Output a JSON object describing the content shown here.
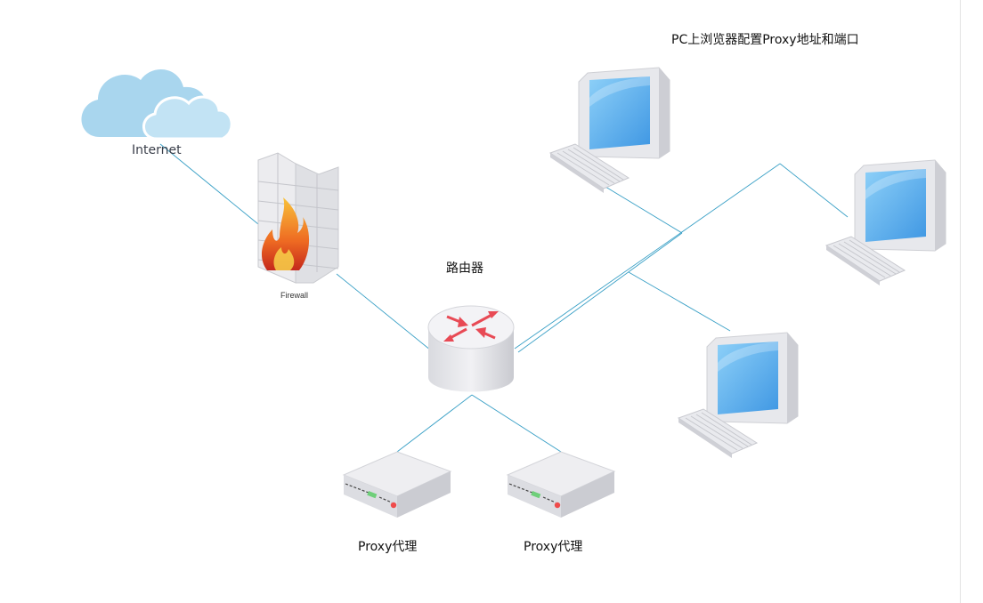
{
  "labels": {
    "title": "PC上浏览器配置Proxy地址和端口",
    "internet": "Internet",
    "firewall": "Firewall",
    "router": "路由器",
    "proxy1": "Proxy代理",
    "proxy2": "Proxy代理"
  },
  "icons": [
    "cloud-icon",
    "firewall-icon",
    "router-icon",
    "server-icon",
    "computer-icon"
  ],
  "colors": {
    "link": "#3aa0c6",
    "cloud": "#a9d6ee",
    "screen": "#5fb0ec",
    "flame": "#e8572a",
    "router_arrow": "#e84a55"
  }
}
